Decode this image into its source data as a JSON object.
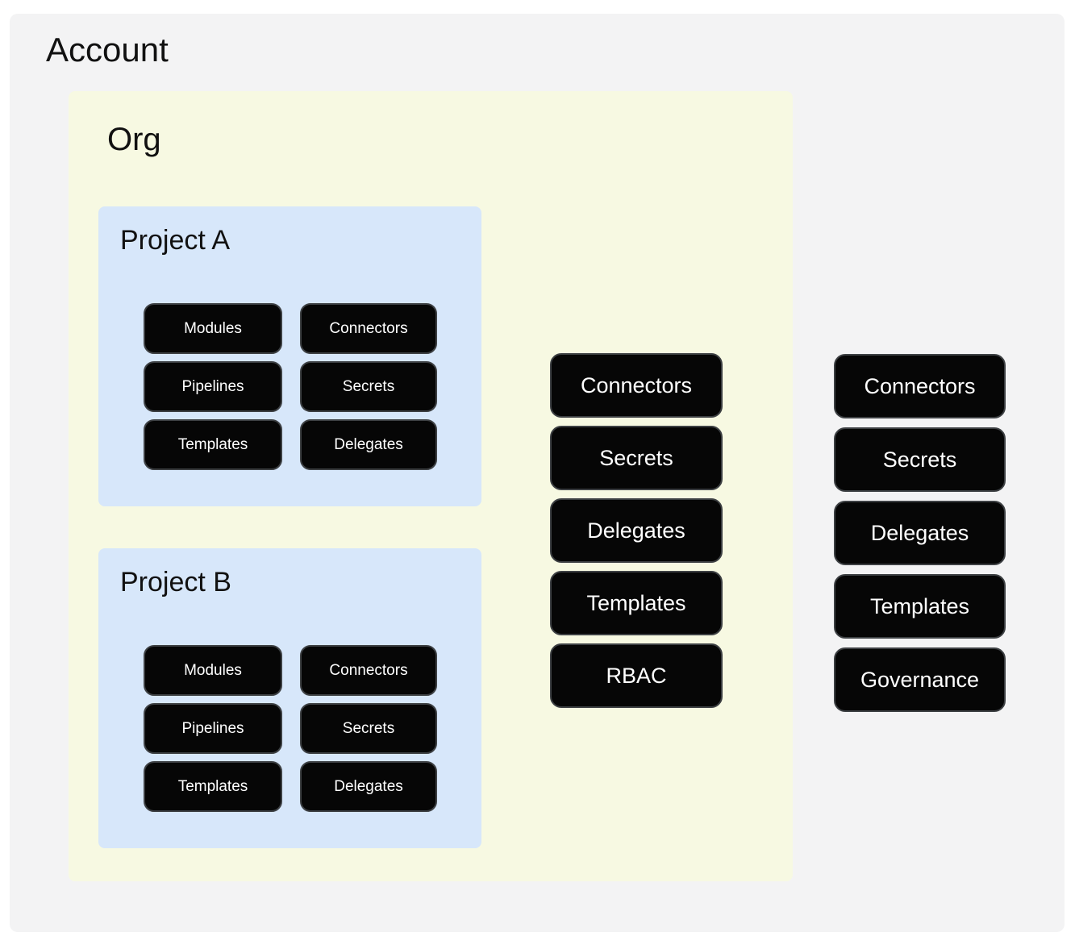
{
  "account": {
    "title": "Account",
    "org": {
      "title": "Org",
      "projects": [
        {
          "title": "Project A",
          "items": [
            "Modules",
            "Connectors",
            "Pipelines",
            "Secrets",
            "Templates",
            "Delegates"
          ]
        },
        {
          "title": "Project B",
          "items": [
            "Modules",
            "Connectors",
            "Pipelines",
            "Secrets",
            "Templates",
            "Delegates"
          ]
        }
      ],
      "org_resources": [
        "Connectors",
        "Secrets",
        "Delegates",
        "Templates",
        "RBAC"
      ]
    },
    "account_resources": [
      "Connectors",
      "Secrets",
      "Delegates",
      "Templates",
      "Governance"
    ]
  },
  "colors": {
    "page_bg": "#ffffff",
    "account_bg": "#f3f3f4",
    "org_bg": "#f7f9e2",
    "project_bg": "#d7e7fa",
    "pill_bg": "#060606",
    "pill_border": "#3d4043",
    "pill_text": "#ffffff",
    "title_text": "#111111"
  }
}
